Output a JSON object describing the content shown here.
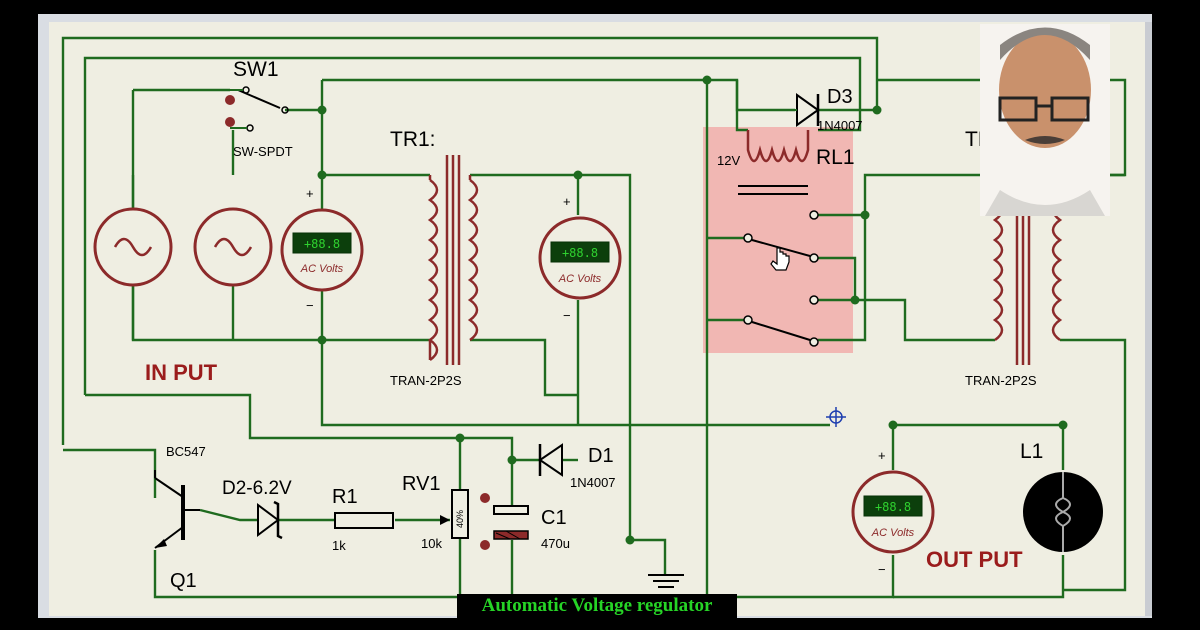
{
  "caption": "Automatic Voltage regulator",
  "labels": {
    "sw1": "SW1",
    "sw_type": "SW-SPDT",
    "tr1": "TR1:",
    "tr1_type": "TRAN-2P2S",
    "tr2": "TR2",
    "tr2_type": "TRAN-2P2S",
    "d3": "D3",
    "d3_type": "1N4007",
    "rl1": "RL1",
    "rl1_voltage": "12V",
    "d1": "D1",
    "d1_type": "1N4007",
    "l1": "L1",
    "q1": "Q1",
    "q1_type": "BC547",
    "d2": "D2-6.2V",
    "r1": "R1",
    "r1_value": "1k",
    "rv1": "RV1",
    "rv1_value": "10k",
    "rv1_setting": "40%",
    "c1": "C1",
    "c1_value": "470u",
    "input": "IN PUT",
    "output": "OUT PUT"
  },
  "meters": [
    {
      "reading": "+88.8",
      "unit": "AC Volts",
      "plus": "+",
      "minus": "−"
    },
    {
      "reading": "+88.8",
      "unit": "AC Volts",
      "plus": "+",
      "minus": "−"
    },
    {
      "reading": "+88.8",
      "unit": "AC Volts",
      "plus": "+",
      "minus": "−"
    }
  ],
  "colors": {
    "wire": "#1f6b1f",
    "component": "#8c2a2a",
    "background": "#efeee2",
    "relay_highlight": "#f2a0a0",
    "caption_text": "#26d426"
  }
}
